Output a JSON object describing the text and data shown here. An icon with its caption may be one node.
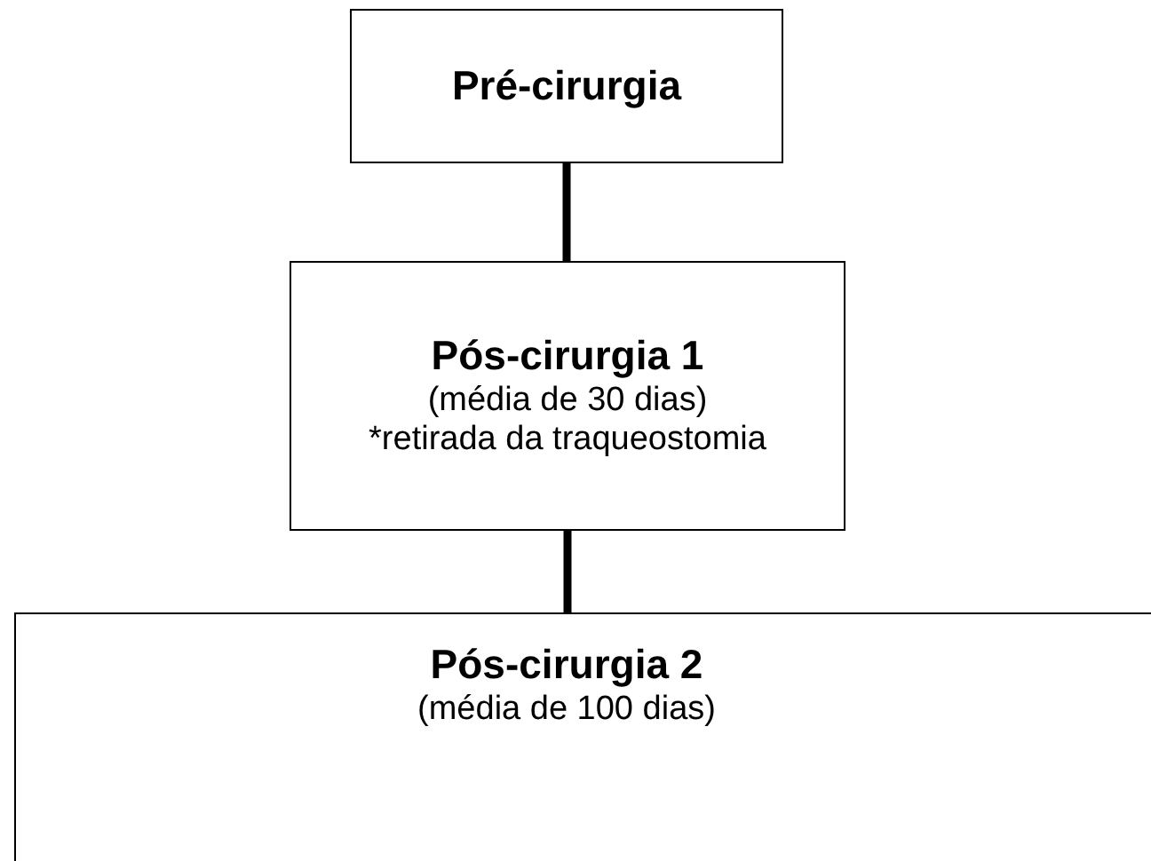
{
  "diagram": {
    "nodes": [
      {
        "text": [
          "Pré-cirurgia"
        ]
      },
      {
        "text": [
          "Pós-cirurgia 1",
          "(média de 30 dias)",
          "*retirada da traqueostomia"
        ]
      },
      {
        "text": [
          "Pós-cirurgia 2",
          "(média de 100 dias)"
        ]
      }
    ],
    "edges": [
      {
        "from": 0,
        "to": 1,
        "arrow": "none"
      },
      {
        "from": 1,
        "to": 2,
        "arrow": "none"
      }
    ]
  }
}
